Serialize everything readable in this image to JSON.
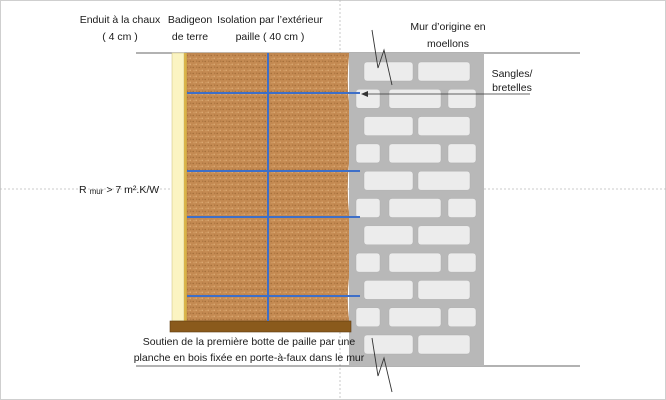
{
  "labels": {
    "enduit_line1": "Enduit à la chaux",
    "enduit_line2": "( 4 cm )",
    "badigeon_line1": "Badigeon",
    "badigeon_line2": "de terre",
    "isolation_line1": "Isolation par l’extérieur",
    "isolation_line2": "paille ( 40 cm )",
    "mur_line1": "Mur d’origine en",
    "mur_line2": "moellons",
    "sangles_line1": "Sangles/",
    "sangles_line2": "bretelles",
    "r_prefix": "R",
    "r_sub": "mur",
    "r_suffix": "> 7 m².K/W",
    "soutien_line1": "Soutien de la première botte de paille par une",
    "soutien_line2": "planche en bois fixée en porte-à-faux dans le mur"
  },
  "colors": {
    "enduit": "#fbf4c2",
    "badigeon": "#d9b44a",
    "straw": "#c48a52",
    "strap": "#3e6fc8",
    "stone_wall": "#b8b8b8",
    "stone_block": "#ececec",
    "plank": "#8a5a1c",
    "line": "#333333",
    "dashed": "#bbbbbb"
  }
}
